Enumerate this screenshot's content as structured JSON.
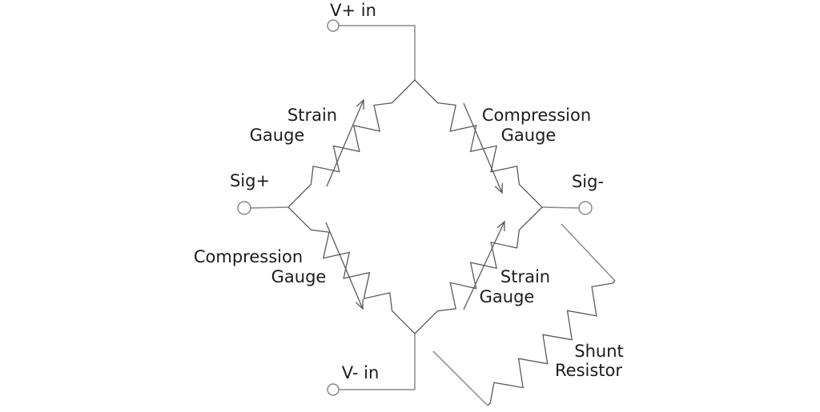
{
  "colors": {
    "wire": "#8a8a8a",
    "component": "#5a5a5a",
    "text": "#1c1c1c",
    "background": "#ffffff"
  },
  "schematic": {
    "description": "Wheatstone bridge of strain and compression gauges with shunt resistor",
    "terminals": {
      "v_plus": {
        "label": "V+ in"
      },
      "v_minus": {
        "label": "V- in"
      },
      "sig_plus": {
        "label": "Sig+"
      },
      "sig_minus": {
        "label": "Sig-"
      }
    },
    "components": {
      "gauge_top_left": {
        "type": "strain gauge",
        "line1": "Strain",
        "line2": "Gauge"
      },
      "gauge_top_right": {
        "type": "compression gauge",
        "line1": "Compression",
        "line2": "Gauge"
      },
      "gauge_bottom_left": {
        "type": "compression gauge",
        "line1": "Compression",
        "line2": "Gauge"
      },
      "gauge_bottom_right": {
        "type": "strain gauge",
        "line1": "Strain",
        "line2": "Gauge"
      },
      "shunt_resistor": {
        "type": "resistor",
        "line1": "Shunt",
        "line2": "Resistor"
      }
    }
  }
}
